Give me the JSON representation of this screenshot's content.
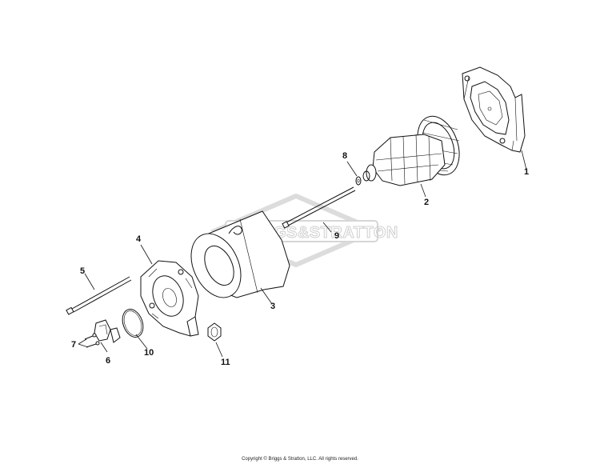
{
  "watermark": {
    "text": "BRIGGS&STRATTON"
  },
  "copyright": "Copyright © Briggs & Stratton, LLC. All rights reserved.",
  "parts": [
    {
      "label": "1"
    },
    {
      "label": "2"
    },
    {
      "label": "3"
    },
    {
      "label": "4"
    },
    {
      "label": "5"
    },
    {
      "label": "6"
    },
    {
      "label": "7"
    },
    {
      "label": "8"
    },
    {
      "label": "9"
    },
    {
      "label": "10"
    },
    {
      "label": "11"
    }
  ]
}
